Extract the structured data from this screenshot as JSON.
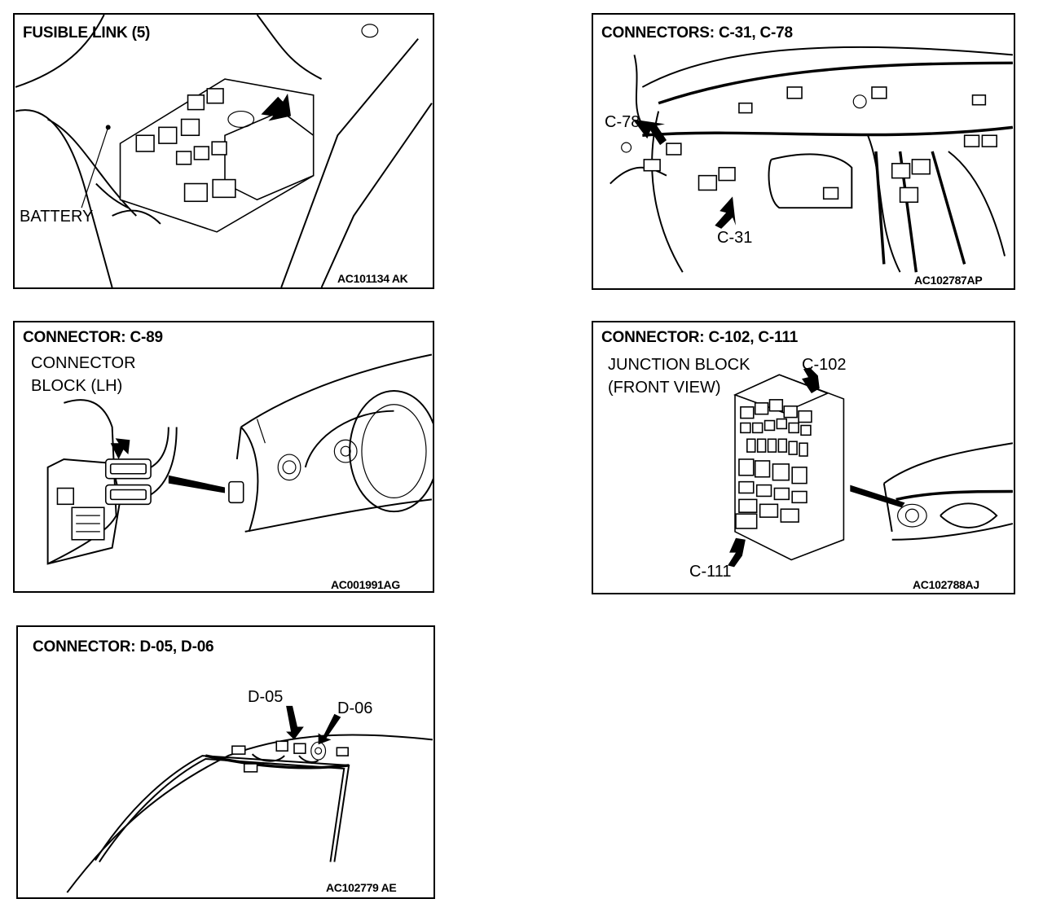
{
  "panels": [
    {
      "title": "FUSIBLE LINK (5)",
      "labels": [
        "BATTERY"
      ],
      "code": "AC101134 AK"
    },
    {
      "title": "CONNECTORS: C-31, C-78",
      "labels": [
        "C-78",
        "C-31"
      ],
      "code": "AC102787AP"
    },
    {
      "title": "CONNECTOR: C-89",
      "labels": [
        "CONNECTOR",
        "BLOCK (LH)"
      ],
      "code": "AC001991AG"
    },
    {
      "title": "CONNECTOR: C-102, C-111",
      "labels": [
        "JUNCTION BLOCK",
        "(FRONT VIEW)",
        "C-102",
        "C-111"
      ],
      "code": "AC102788AJ"
    },
    {
      "title": "CONNECTOR: D-05, D-06",
      "labels": [
        "D-05",
        "D-06"
      ],
      "code": "AC102779 AE"
    }
  ]
}
